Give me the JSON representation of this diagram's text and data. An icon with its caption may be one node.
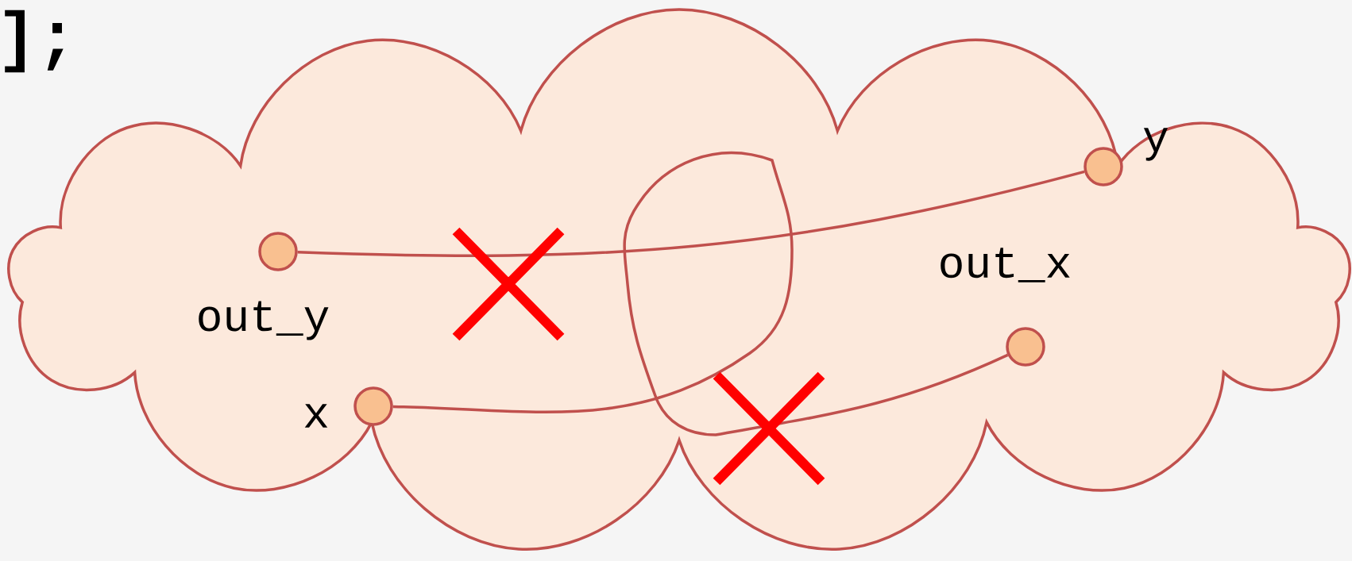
{
  "diagram": {
    "nodes": [
      {
        "text": [],
        "shape": "cloud"
      },
      {
        "text": [
          "y"
        ],
        "in": 0
      },
      {
        "text": [
          "out_y"
        ],
        "in": 0
      },
      {
        "text": [
          "out_x"
        ],
        "in": 0
      },
      {
        "text": [
          "x"
        ],
        "in": 0
      }
    ],
    "edges": [
      {
        "from": 2,
        "to": 1,
        "arrow": "none"
      },
      {
        "from": 4,
        "to": 3,
        "arrow": "none"
      }
    ],
    "labels": [
      "];"
    ]
  }
}
